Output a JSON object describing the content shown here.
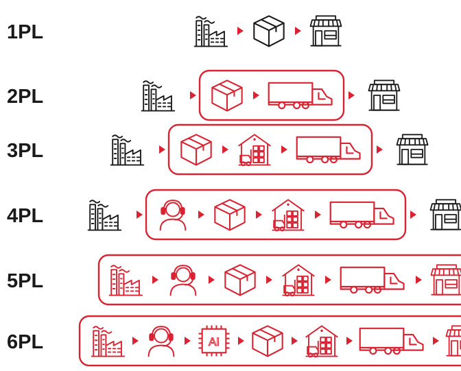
{
  "colors": {
    "accent": "#d92332",
    "ink": "#1a1a1a",
    "background": "#ffffff"
  },
  "levels": [
    {
      "label": "1PL",
      "steps": [
        "factory-icon",
        "package-icon",
        "store-icon"
      ],
      "outsourced": []
    },
    {
      "label": "2PL",
      "steps": [
        "factory-icon",
        "package-icon",
        "truck-icon",
        "store-icon"
      ],
      "outsourced": [
        "package-icon",
        "truck-icon"
      ]
    },
    {
      "label": "3PL",
      "steps": [
        "factory-icon",
        "package-icon",
        "warehouse-icon",
        "truck-icon",
        "store-icon"
      ],
      "outsourced": [
        "package-icon",
        "warehouse-icon",
        "truck-icon"
      ]
    },
    {
      "label": "4PL",
      "steps": [
        "factory-icon",
        "headset-operator-icon",
        "package-icon",
        "warehouse-icon",
        "truck-icon",
        "store-icon"
      ],
      "outsourced": [
        "headset-operator-icon",
        "package-icon",
        "warehouse-icon",
        "truck-icon"
      ]
    },
    {
      "label": "5PL",
      "steps": [
        "factory-icon",
        "headset-operator-icon",
        "package-icon",
        "warehouse-icon",
        "truck-icon",
        "store-icon"
      ],
      "outsourced": [
        "factory-icon",
        "headset-operator-icon",
        "package-icon",
        "warehouse-icon",
        "truck-icon",
        "store-icon"
      ]
    },
    {
      "label": "6PL",
      "steps": [
        "factory-icon",
        "headset-operator-icon",
        "ai-chip-icon",
        "package-icon",
        "warehouse-icon",
        "truck-icon",
        "store-icon"
      ],
      "outsourced": [
        "factory-icon",
        "headset-operator-icon",
        "ai-chip-icon",
        "package-icon",
        "warehouse-icon",
        "truck-icon",
        "store-icon"
      ]
    }
  ],
  "ai_chip_text": "AI"
}
